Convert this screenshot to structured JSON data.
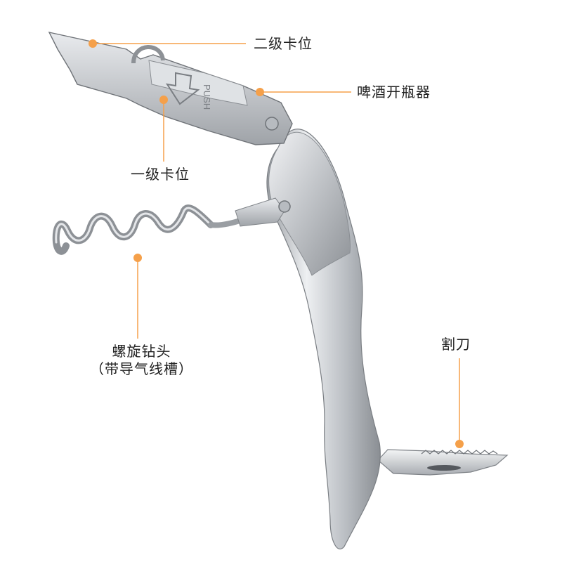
{
  "product": {
    "engraving": "PUSH"
  },
  "callouts": {
    "second_notch": "二级卡位",
    "beer_opener": "啤酒开瓶器",
    "first_notch": "一级卡位",
    "corkscrew_line1": "螺旋钻头",
    "corkscrew_line2": "（带导气线槽）",
    "knife": "割刀"
  },
  "colors": {
    "accent": "#f5a04a",
    "background": "#ffffff",
    "label_text": "#222222",
    "steel": "#c9ccd0"
  }
}
